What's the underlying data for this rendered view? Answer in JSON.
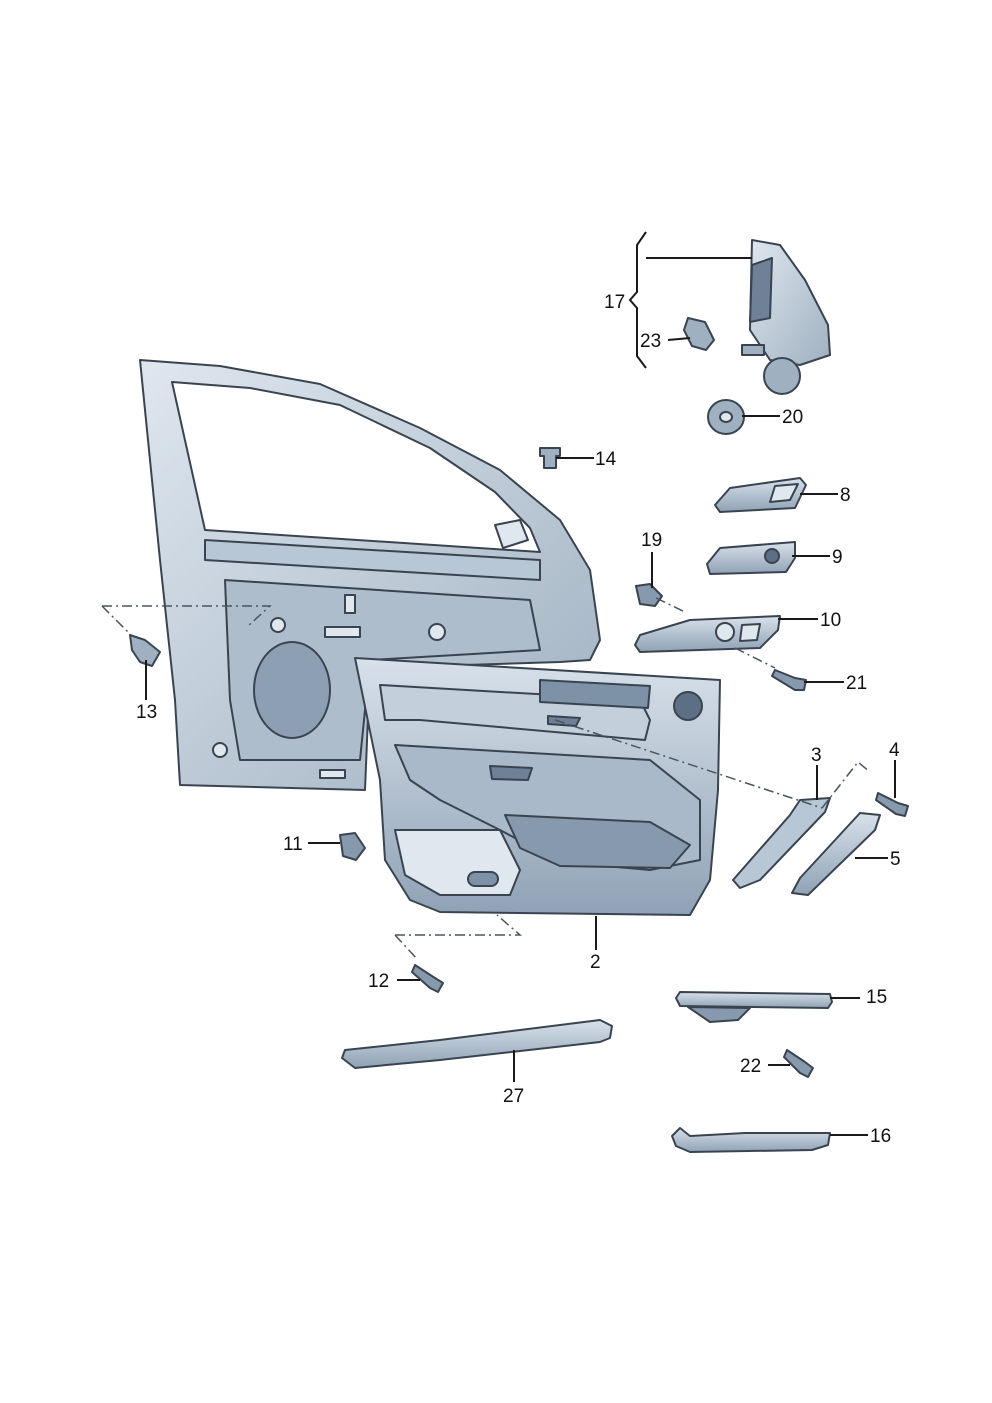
{
  "callouts": {
    "c2": "2",
    "c3": "3",
    "c4": "4",
    "c5": "5",
    "c8": "8",
    "c9": "9",
    "c10": "10",
    "c11": "11",
    "c12": "12",
    "c13": "13",
    "c14": "14",
    "c15": "15",
    "c16": "16",
    "c17": "17",
    "c19": "19",
    "c20": "20",
    "c21": "21",
    "c22": "22",
    "c23": "23",
    "c27": "27"
  },
  "colors": {
    "part_fill": "#c9d5e0",
    "part_shade": "#9fb0c0",
    "part_dark": "#6e8196",
    "outline": "#3a4450"
  }
}
